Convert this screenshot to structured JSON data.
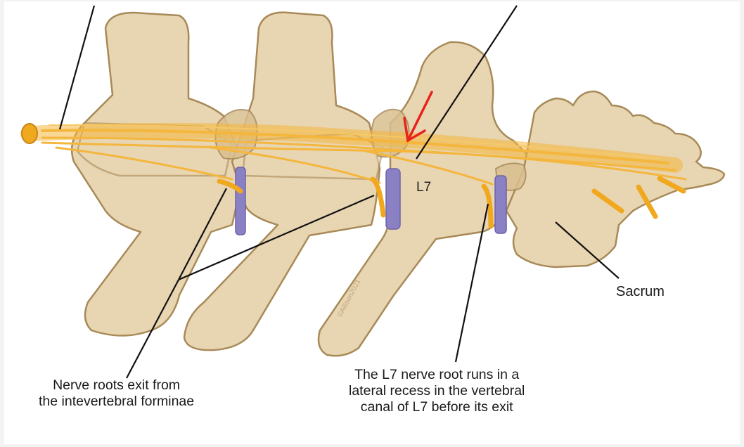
{
  "labels": {
    "vertebra": "L7",
    "sacrum": "Sacrum",
    "nerve_root_exit": [
      "Nerve roots exit from",
      "the intevertebral forminae"
    ],
    "l7_recess": [
      "The L7 nerve root runs in a",
      "lateral recess in the vertebral",
      "canal of L7 before its exit"
    ],
    "watermark": "©Allison2021"
  },
  "colors": {
    "bone": "#e8d5b2",
    "bone_outline": "#a88a58",
    "nerve": "#f4b63c",
    "disc": "#8a80c4",
    "pointer_arrow": "#e8231d",
    "leader_line": "#111111"
  }
}
